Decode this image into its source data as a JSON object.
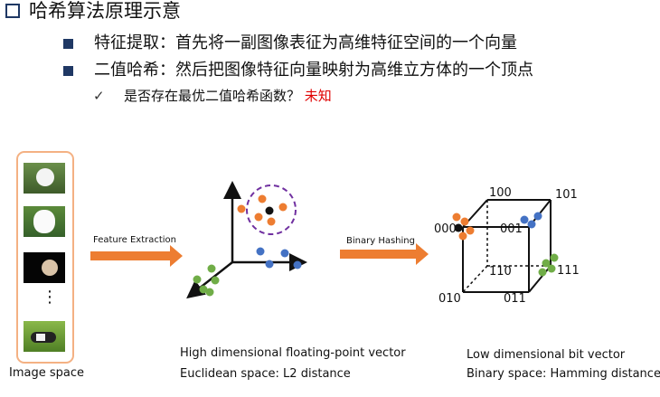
{
  "slide": {
    "title": "哈希算法原理示意",
    "bullets": [
      {
        "text": "特征提取：首先将一副图像表征为高维特征空间的一个向量"
      },
      {
        "text": "二值哈希：然后把图像特征向量映射为高维立方体的一个顶点"
      }
    ],
    "sub_bullet": {
      "text": "是否存在最优二值哈希函数？",
      "highlight": "未知"
    },
    "check_icon": "✓"
  },
  "diagram": {
    "image_space_label": "Image space",
    "ellipsis": "⋮",
    "arrow1_label": "Feature Extraction",
    "arrow2_label": "Binary Hashing",
    "float_caption_1": "High dimensional floating-point vector",
    "float_caption_2": "Euclidean space: L2 distance",
    "bit_caption_1": "Low dimensional bit vector",
    "bit_caption_2": "Binary space: Hamming distance",
    "cube_labels": {
      "v100": "100",
      "v101": "101",
      "v000": "000",
      "v001": "001",
      "v110": "110",
      "v111": "111",
      "v010": "010",
      "v011": "011"
    },
    "colors": {
      "orange": "#ed7d31",
      "blue": "#4472c4",
      "green": "#70ad47",
      "purple": "#7030a0",
      "frame": "#f4b183",
      "accent": "#e00000",
      "bullet": "#1f3864"
    }
  }
}
